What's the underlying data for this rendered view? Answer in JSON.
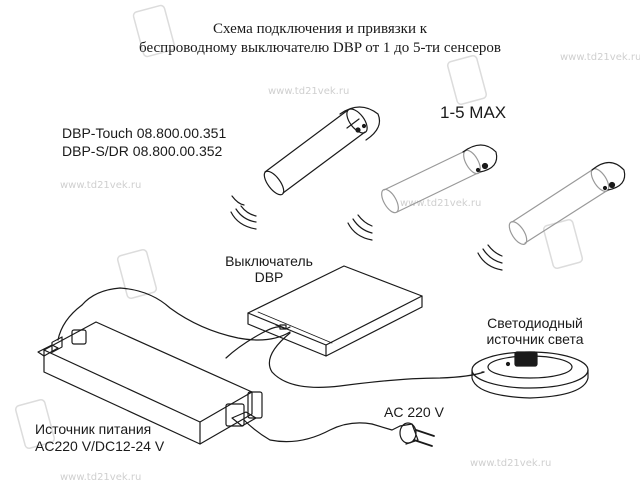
{
  "title": {
    "line1": "Схема подключения и привязки к",
    "line2": "беспроводному выключателю DBP от 1 до 5-ти сенсеров"
  },
  "sensor_labels": {
    "touch": "DBP-Touch 08.800.00.351",
    "sdr": "DBP-S/DR 08.800.00.352"
  },
  "max_label": "1-5 MAX",
  "switch_label": {
    "line1": "Выключатель",
    "line2": "DBP"
  },
  "led_label": {
    "line1": "Светодиодный",
    "line2": "источник света"
  },
  "power_label": {
    "line1": "Источник питания",
    "line2": "AC220 V/DC12-24 V"
  },
  "ac_label": "AC 220 V",
  "watermark": {
    "text": "www.td21vek.ru",
    "logo": "21"
  }
}
